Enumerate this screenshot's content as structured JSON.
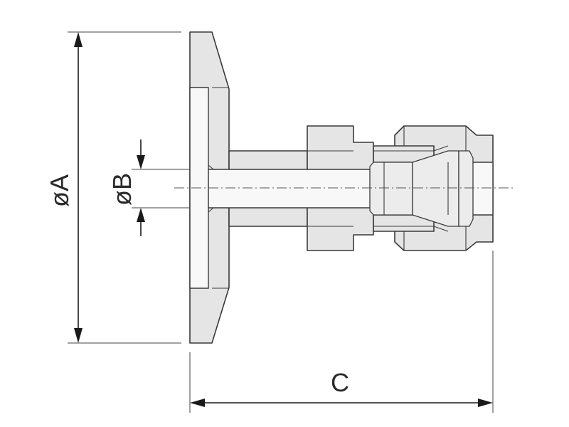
{
  "dimensions": {
    "outer_diameter": "øA",
    "bore_diameter": "øB",
    "overall_length": "C"
  }
}
